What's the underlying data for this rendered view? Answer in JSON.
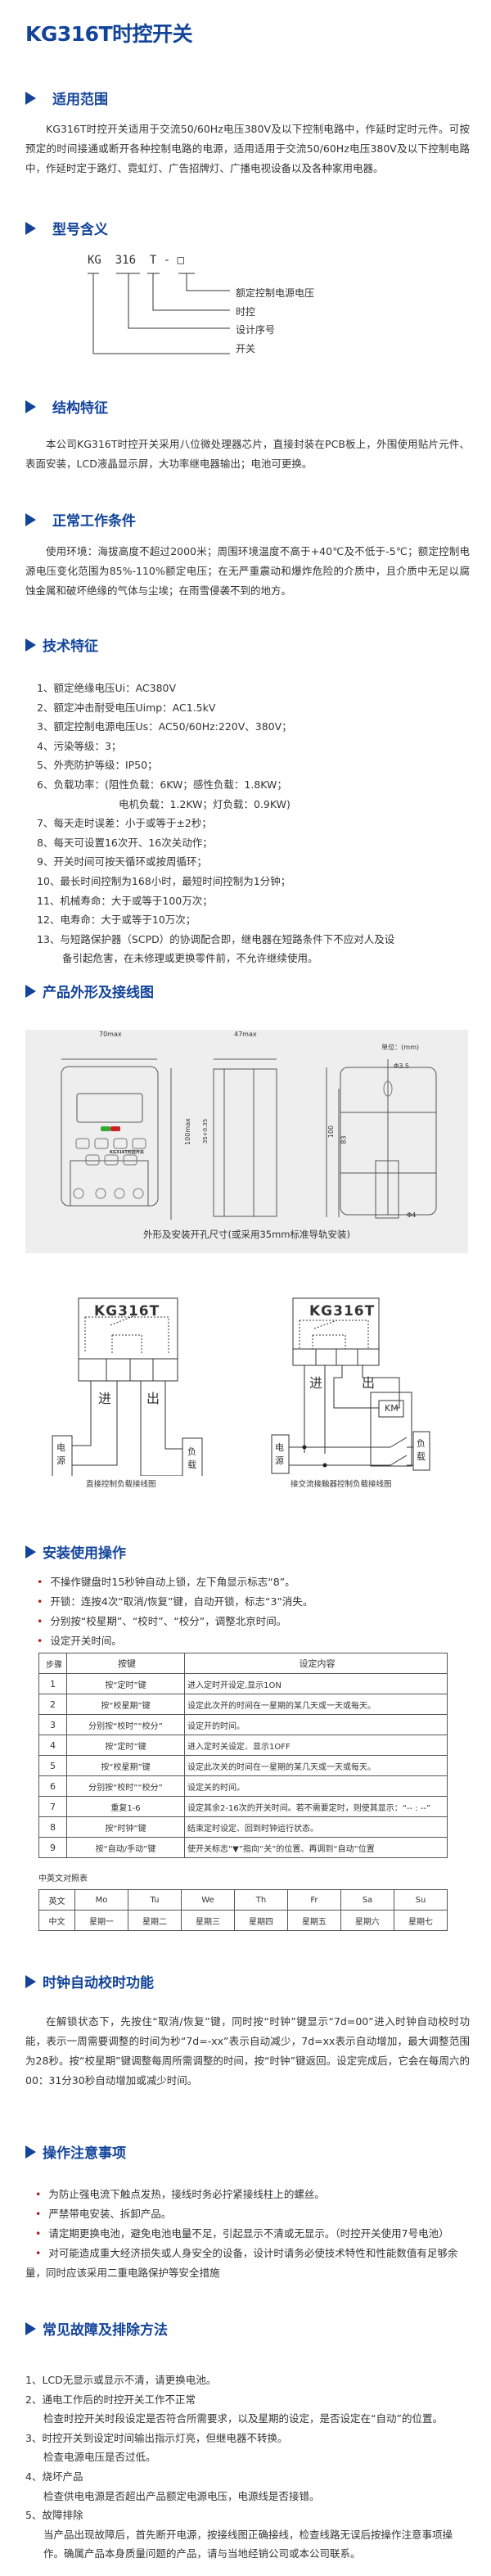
{
  "title": "KG316T时控开关",
  "sections": {
    "scope": {
      "heading": "适用范围",
      "text": "KG316T时控开关适用于交流50/60Hz电压380V及以下控制电路中，作延时定时元件。可按预定的时间接通或断开各种控制电路的电源，适用适用于交流50/60Hz电压380V及以下控制电路中，作延时定于路灯、霓虹灯、广告招牌灯、广播电视设备以及各种家用电器。"
    },
    "model": {
      "heading": "型号含义",
      "code": [
        "KG",
        "316",
        "T",
        "-",
        "□"
      ],
      "labels": [
        "额定控制电源电压",
        "时控",
        "设计序号",
        "开关"
      ]
    },
    "structure": {
      "heading": "结构特征",
      "text": "本公司KG316T时控开关采用八位微处理器芯片，直接封装在PCB板上，外围使用贴片元件、表面安装，LCD液晶显示屏，大功率继电器输出；电池可更换。"
    },
    "conditions": {
      "heading": "正常工作条件",
      "text": "使用环境：海拔高度不超过2000米；周围环境温度不高于+40℃及不低于-5℃；额定控制电源电压变化范围为85%-110%额定电压；在无严重震动和爆炸危险的介质中，且介质中无足以腐蚀金属和破坏绝缘的气体与尘埃；在雨雪侵袭不到的地方。"
    },
    "tech": {
      "heading": "技术特征",
      "items": [
        "1、额定绝缘电压Ui：AC380V",
        "2、额定冲击耐受电压Uimp：AC1.5kV",
        "3、额定控制电源电压Us：AC50/60Hz:220V、380V；",
        "4、污染等级：3；",
        "5、外壳防护等级：IP50；",
        "6、负载功率：(阻性负载：6KW；感性负载：1.8KW；",
        "电机负载：1.2KW；灯负载：0.9KW)",
        "7、每天走时误差：小于或等于±2秒；",
        "8、每天可设置16次开、16次关动作；",
        "9、开关时间可按天循环或按周循环；",
        "10、最长时间控制为168小时，最短时间控制为1分钟；",
        "11、机械寿命：大于或等于100万次；",
        "12、电寿命：大于或等于10万次；",
        "13、与短路保护器（SCPD）的协调配合即，继电器在短路条件下不应对人及设",
        "备引起危害，在未修理或更换零件前，不允许继续使用。"
      ]
    },
    "outline": {
      "heading": "产品外形及接线图",
      "unit": "单位：(mm)",
      "dims": [
        "70max",
        "47max",
        "100max",
        "35+0.35",
        "100",
        "83",
        "Φ3.5",
        "Φ4"
      ],
      "device_label": "KG316T时控开关",
      "caption": "外形及安装开孔尺寸(或采用35mm标准导轨安装)",
      "wiring": {
        "brand": "KG316T",
        "in": "进",
        "out": "出",
        "source": "电源",
        "load": "负载",
        "km": "KM",
        "caption_left": "直接控制负载接线图",
        "caption_right": "接交流接触器控制负载接线图"
      }
    },
    "operation": {
      "heading": "安装使用操作",
      "bullets": [
        "不操作键盘时15秒钟自动上锁，左下角显示标志“8”。",
        "开锁：连按4次“取消/恢复”键，自动开锁，标志“3”消失。",
        "分别按“校星期”、“校时”、“校分”，调整北京时间。",
        "设定开关时间。"
      ],
      "table": {
        "headers": [
          "步骤",
          "按键",
          "设定内容"
        ],
        "rows": [
          [
            "1",
            "按“定时”键",
            "进入定时开设定,显示1ON"
          ],
          [
            "2",
            "按“校星期”键",
            "设定此次开的时间在一星期的某几天或一天或每天。"
          ],
          [
            "3",
            "分别按“校时”“校分”",
            "设定开的时间。"
          ],
          [
            "4",
            "按“定时”键",
            "进入定时关设定、显示1OFF"
          ],
          [
            "5",
            "按“校星期”键",
            "设定此次关的时间在一星期的某几天或一天或每天。"
          ],
          [
            "6",
            "分别按“校时”“校分”",
            "设定关的时间。"
          ],
          [
            "7",
            "重复1-6",
            "设定其余2-16次的开关时间。若不需要定时，则使其显示：“-- : --”"
          ],
          [
            "8",
            "按“时钟”键",
            "结束定时设定、回到时钟运行状态。"
          ],
          [
            "9",
            "按“自动/手动”键",
            "使开关标志“▼”指向“关”的位置、再调到“自动”位置"
          ]
        ]
      },
      "days_caption": "中英文对照表",
      "days": {
        "en": [
          "英文",
          "Mo",
          "Tu",
          "We",
          "Th",
          "Fr",
          "Sa",
          "Su"
        ],
        "cn": [
          "中文",
          "星期一",
          "星期二",
          "星期三",
          "星期四",
          "星期五",
          "星期六",
          "星期七"
        ]
      }
    },
    "autocal": {
      "heading": "时钟自动校时功能",
      "text": "在解锁状态下，先按住“取消/恢复”键，同时按“时钟”键显示“7d=00”进入时钟自动校时功能，表示一周需要调整的时间为秒“7d=-xx”表示自动减少，7d=xx表示自动增加，最大调整范围为28秒。按“校星期”键调整每周所需调整的时间，按“时钟”键返回。设定完成后，它会在每周六的00：31分30秒自动增加或减少时间。"
    },
    "notes": {
      "heading": "操作注意事项",
      "bullets": [
        "为防止强电流下触点发热，接线时务必拧紧接线柱上的螺丝。",
        "严禁带电安装、拆卸产品。",
        "请定期更换电池，避免电池电量不足，引起显示不清或无显示。（时控开关使用7号电池）",
        "对可能造成重大经济损失或人身安全的设备，设计时请务必使技术特性和性能数值有足够余量，同时应该采用二重电路保护等安全措施"
      ]
    },
    "faults": {
      "heading": "常见故障及排除方法",
      "items": [
        "1、LCD无显示或显示不清，请更换电池。",
        "2、通电工作后的时控开关工作不正常",
        "检查时控开关时段设定是否符合所需要求，以及星期的设定，是否设定在“自动”的位置。",
        "3、时控开关到设定时间输出指示灯亮，但继电器不转换。",
        "检查电源电压是否过低。",
        "4、烧坏产品",
        "检查供电电源是否超出产品额定电源电压，电源线是否接错。",
        "5、故障排除",
        "当产品出现故障后，首先断开电源，按接线图正确接线，检查线路无误后按操作注意事项操作。确属产品本身质量问题的产品，请与当地经销公司或本公司联系。"
      ]
    }
  },
  "colors": {
    "heading": "#13449a",
    "bullet": "#b01c1c",
    "panel": "#eeeeee"
  }
}
